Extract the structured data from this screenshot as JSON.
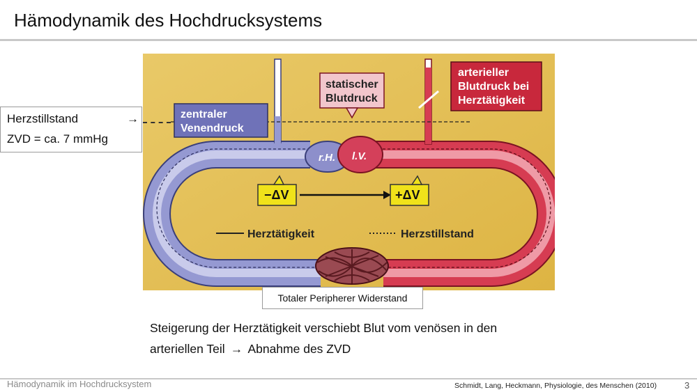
{
  "slide": {
    "title": "Hämodynamik des Hochdrucksystems",
    "footer_left": "Hämodynamik im Hochdrucksystem",
    "footer_source": "Schmidt, Lang, Heckmann, Physiologie, des Menschen (2010)",
    "page_number": "3"
  },
  "callout": {
    "line1": "Herzstillstand",
    "arrow": "→",
    "line2": "ZVD = ca. 7 mmHg"
  },
  "peripheral_label": "Totaler Peripherer Widerstand",
  "caption": {
    "line1": "Steigerung der Herztätigkeit verschiebt Blut vom venösen in den",
    "line2_a": "arteriellen Teil",
    "arrow": "→",
    "line2_b": "Abnahme des ZVD"
  },
  "diagram": {
    "label_zentraler_line1": "zentraler",
    "label_zentraler_line2": "Venendruck",
    "label_statischer_line1": "statischer",
    "label_statischer_line2": "Blutdruck",
    "label_arterieller_line1": "arterieller",
    "label_arterieller_line2": "Blutdruck bei",
    "label_arterieller_line3": "Herztätigkeit",
    "label_rh": "r.H.",
    "label_lv": "l.V.",
    "label_minus_dv": "−ΔV",
    "label_plus_dv": "+ΔV",
    "legend_solid": "Herztätigkeit",
    "legend_dotted": "Herzstillstand",
    "colors": {
      "background": "#e7c35a",
      "venous": "#8e93d0",
      "arterial": "#d6394f",
      "label_box": "#6f72b8",
      "label_box_red": "#c8283c",
      "dv_box": "#f0e21a"
    }
  }
}
